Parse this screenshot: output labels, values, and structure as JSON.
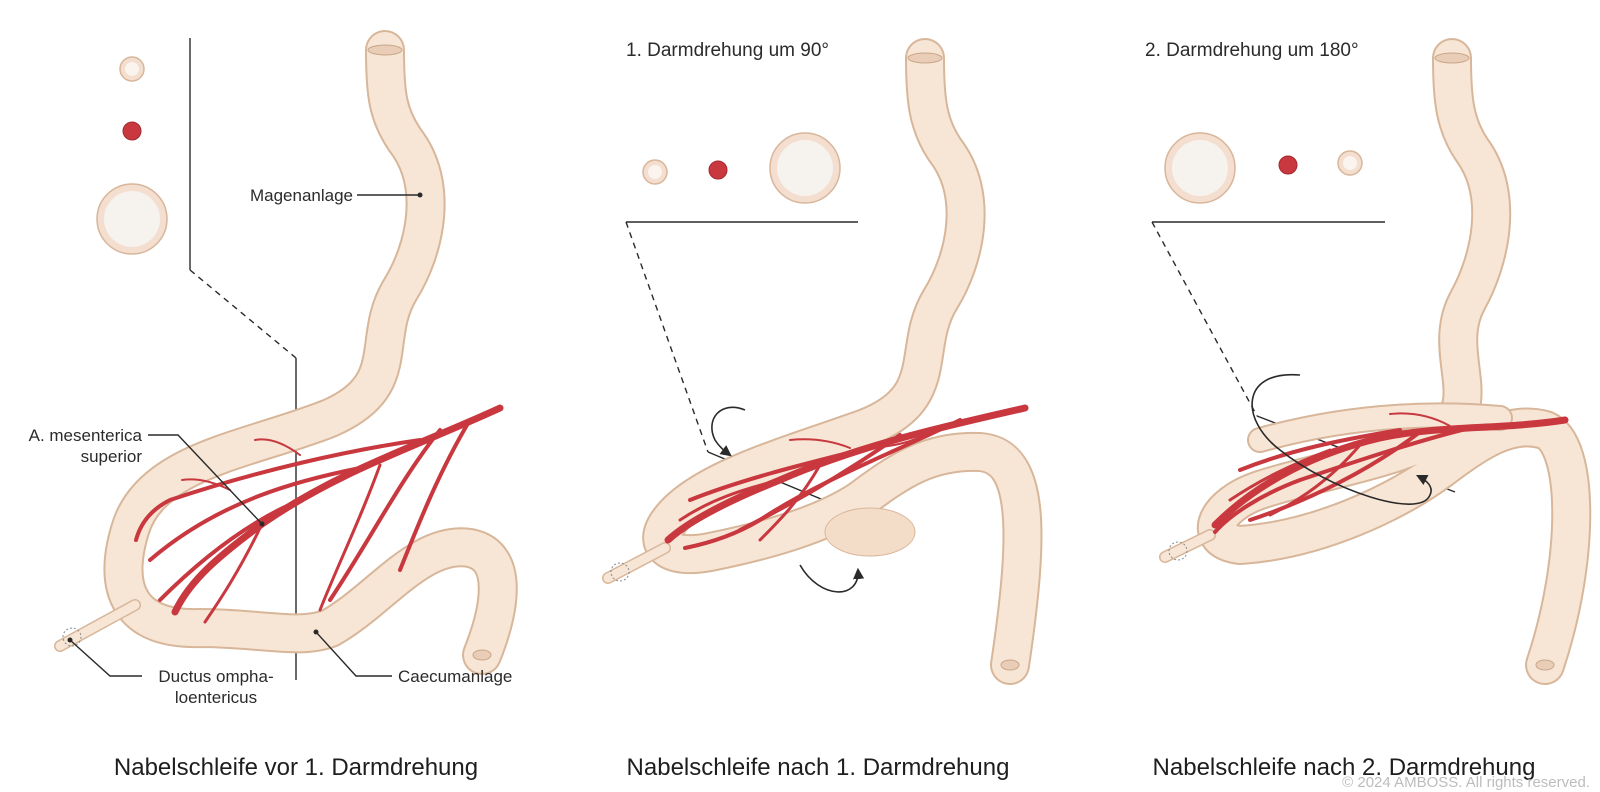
{
  "panels": [
    {
      "caption": "Nabelschleife vor 1. Darmdrehung",
      "labels": {
        "stomach": "Magenanlage",
        "artery_line1": "A. mesenterica",
        "artery_line2": "superior",
        "duct_line1": "Ductus ompha-",
        "duct_line2": "loentericus",
        "caecum": "Caecumanlage"
      }
    },
    {
      "title": "1. Darmdrehung um 90°",
      "caption": "Nabelschleife nach 1. Darmdrehung"
    },
    {
      "title": "2. Darmdrehung um 180°",
      "caption": "Nabelschleife nach 2. Darmdrehung"
    }
  ],
  "copyright": "© 2024 AMBOSS. All rights reserved.",
  "colors": {
    "gut_fill": "#f7e6d6",
    "gut_outline": "#d8b69a",
    "artery": "#c8383e",
    "line": "#2a2a2a"
  }
}
